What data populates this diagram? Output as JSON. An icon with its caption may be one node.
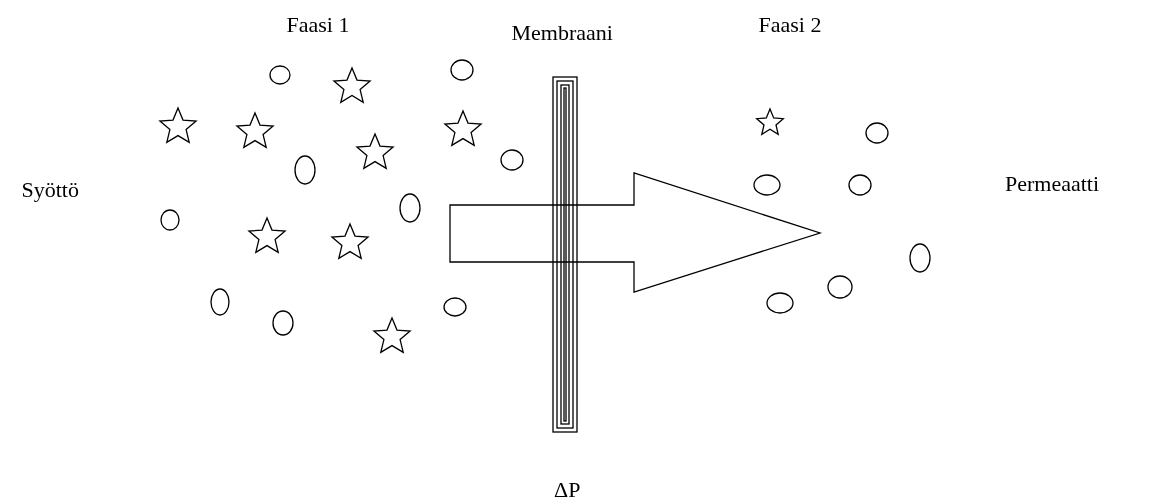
{
  "diagram": {
    "labels": [
      "Faasi 1",
      "Membraani",
      "Faasi 2",
      "Syöttö",
      "Permeaatti",
      "ΔP"
    ]
  }
}
